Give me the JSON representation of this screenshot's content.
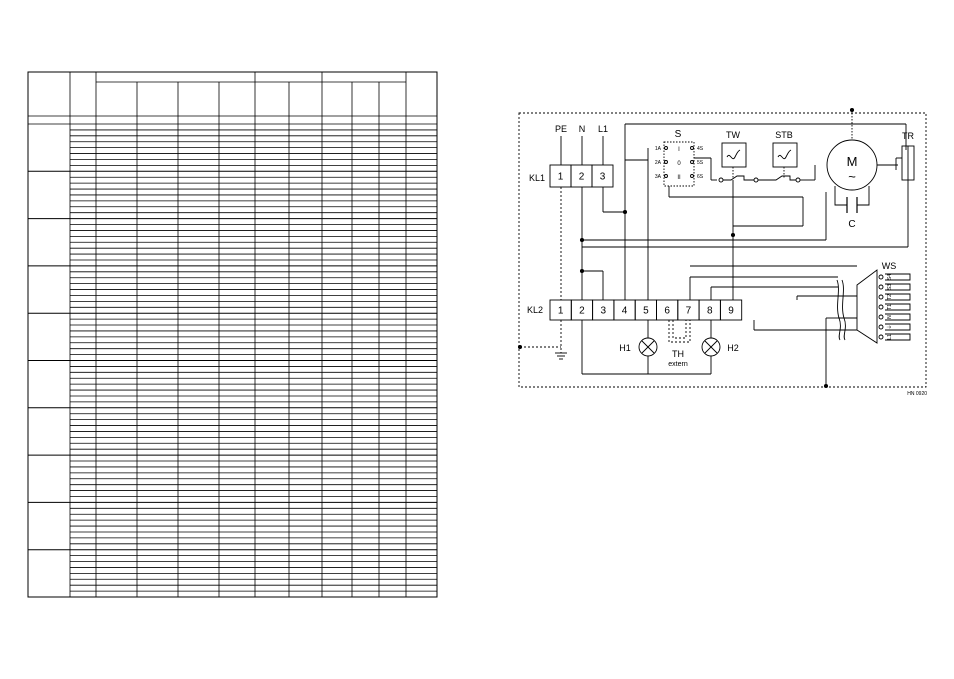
{
  "log_table": {
    "groups": 10,
    "rows_per_group": 8,
    "cells": []
  },
  "diagram": {
    "labels": {
      "pe": "PE",
      "n": "N",
      "l1": "L1",
      "kl1": "KL1",
      "kl2": "KL2",
      "switch": "S",
      "tw": "TW",
      "stb": "STB",
      "motor": "M",
      "motor_symbol": "~",
      "capacitor": "C",
      "tr": "TR",
      "ws": "WS",
      "h1": "H1",
      "h2": "H2",
      "th": "TH",
      "th_sub": "extern",
      "drawing_id": "HN 0920"
    },
    "kl1_terminals": [
      "1",
      "2",
      "3"
    ],
    "kl2_terminals": [
      "1",
      "2",
      "3",
      "4",
      "5",
      "6",
      "7",
      "8",
      "9"
    ],
    "switch_left": [
      "1A",
      "2A",
      "3A"
    ],
    "switch_mid": [
      "I",
      "0",
      "II"
    ],
    "switch_right": [
      "4S",
      "5S",
      "6S"
    ],
    "ws_pins": [
      "S4",
      "S3",
      "T2",
      "T1",
      "N",
      "⏚",
      "L1"
    ]
  }
}
